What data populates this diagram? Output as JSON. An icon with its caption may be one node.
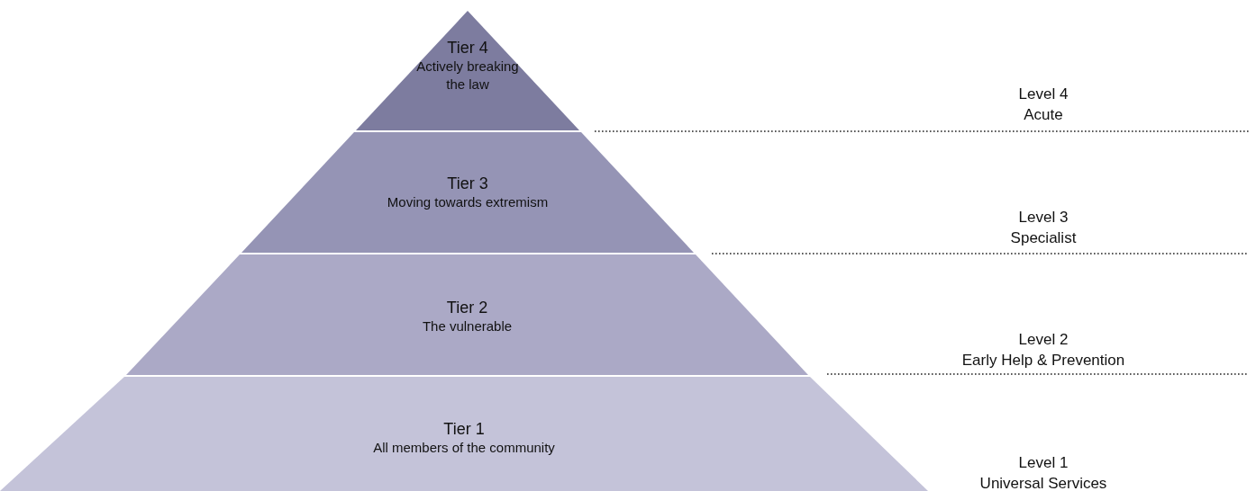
{
  "diagram": {
    "nodes": [
      {
        "text": [
          "Tier 4",
          "Actively breaking the law"
        ]
      },
      {
        "text": [
          "Tier 3",
          "Moving towards extremism"
        ]
      },
      {
        "text": [
          "Tier 2",
          "The vulnerable"
        ]
      },
      {
        "text": [
          "Tier 1",
          "All members of the community"
        ]
      }
    ],
    "labels": [
      "Level 4",
      "Acute",
      "Level 3",
      "Specialist",
      "Level 2",
      "Early Help & Prevention",
      "Level 1",
      "Universal Services"
    ]
  }
}
